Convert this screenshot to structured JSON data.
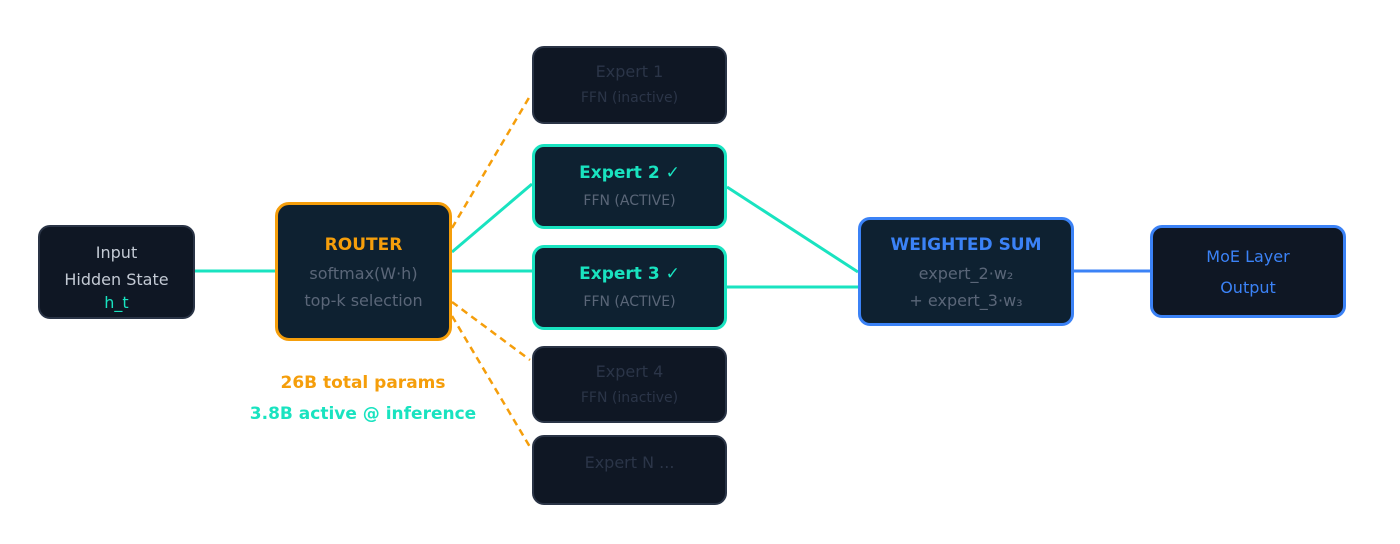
{
  "colors": {
    "active": "#19e3c0",
    "router": "#f59e0b",
    "output": "#3b82f6",
    "node_bg": "#0f1724"
  },
  "input": {
    "line1": "Input",
    "line2": "Hidden State",
    "line3": "h_t"
  },
  "router": {
    "title": "ROUTER",
    "line1": "softmax(W·h)",
    "line2": "top-k selection"
  },
  "stats": {
    "total": "26B total params",
    "active": "3.8B active @ inference"
  },
  "experts": [
    {
      "title": "Expert 1",
      "sub": "FFN (inactive)",
      "active": false
    },
    {
      "title": "Expert 2 ✓",
      "sub": "FFN (ACTIVE)",
      "active": true
    },
    {
      "title": "Expert 3 ✓",
      "sub": "FFN (ACTIVE)",
      "active": true
    },
    {
      "title": "Expert 4",
      "sub": "FFN (inactive)",
      "active": false
    },
    {
      "title": "Expert N ...",
      "active": false
    }
  ],
  "weighted_sum": {
    "title": "WEIGHTED SUM",
    "line1": "expert_2·w₂",
    "line2": "+ expert_3·w₃"
  },
  "output": {
    "line1": "MoE Layer",
    "line2": "Output"
  }
}
